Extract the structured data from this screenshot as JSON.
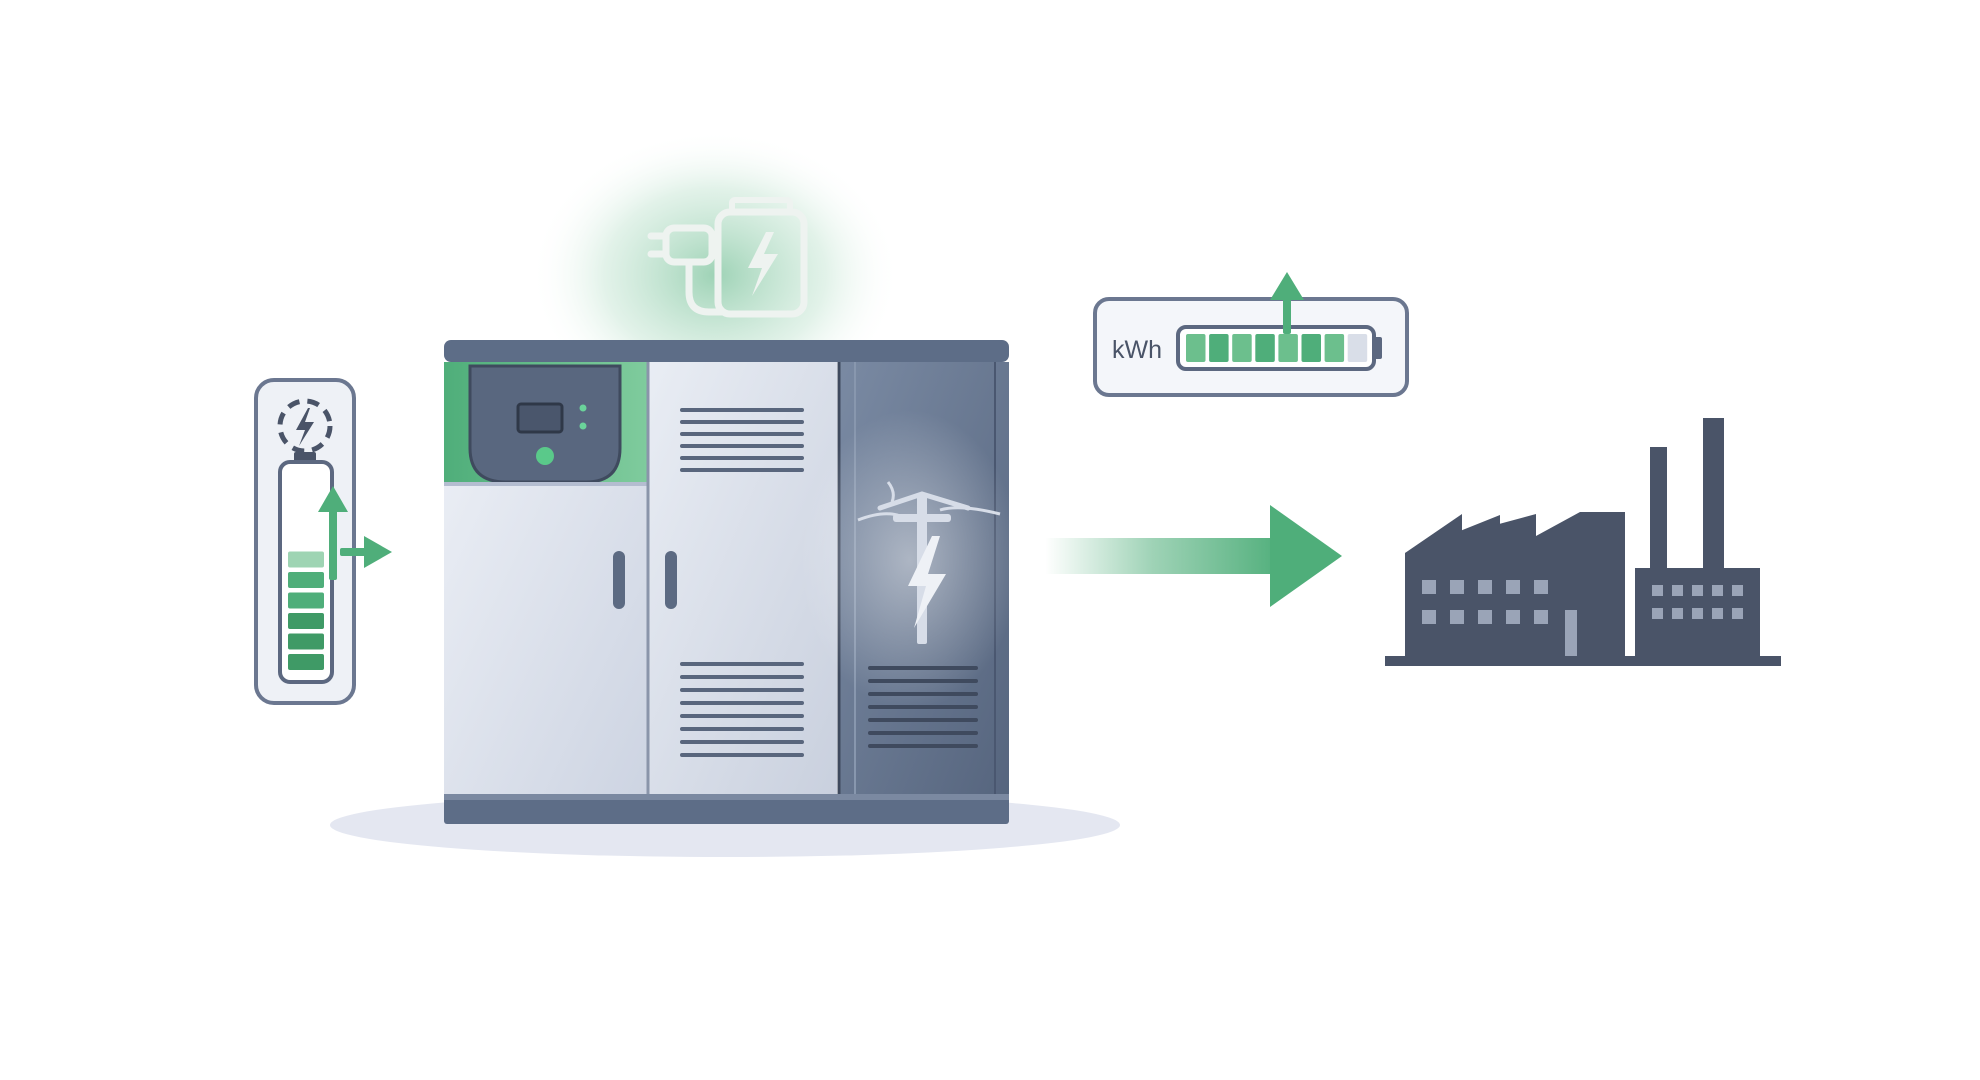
{
  "energy_card": {
    "unit_label": "kWh",
    "charge_fraction": 0.85
  },
  "battery_module": {
    "charge_fraction": 0.6
  },
  "colors": {
    "accent_green": "#4fae7a",
    "light_green": "#9ed4b3",
    "cabinet_dark": "#5a6a84",
    "cabinet_light": "#dde3ee",
    "factory": "#4a5468",
    "outline": "#6b7790"
  },
  "icons": {
    "top": [
      "plug-icon",
      "battery-charging-icon"
    ],
    "cabinet_right": "power-pole-lightning-icon",
    "factory": "factory-icon",
    "flow": "arrow-right-icon"
  }
}
